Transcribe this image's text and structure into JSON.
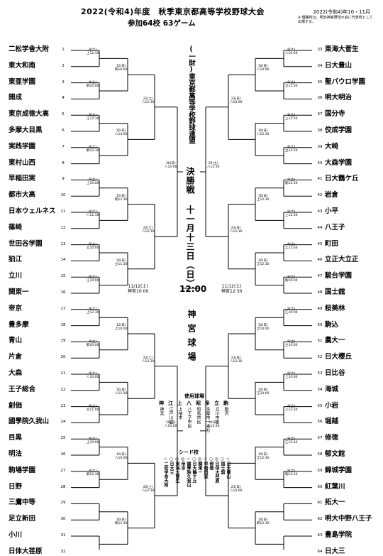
{
  "header": {
    "title": "2022(令和4)年度　秋季東京都高等学校野球大会",
    "subtitle": "参加64校  63ゲーム",
    "date_range": "2022(令和4)年10・11月",
    "note": "※ 優勝校は、明治神宮野球大会に代表校として出場する。"
  },
  "center": {
    "organizer": "(一財)東京都高等学校野球連盟",
    "final_label": "決勝戦 十一月十三日（日）",
    "final_time": "12:00",
    "venue": "神宮球場",
    "semi_left": "11/12(土)\n神宮10:00",
    "semi_right": "11/12(土)\n神宮12:30",
    "venues_title": "使用球場",
    "seeds_title": "シード校"
  },
  "left_teams": [
    {
      "no": "1",
      "name": "二松学舎大附"
    },
    {
      "no": "2",
      "name": "東大和南"
    },
    {
      "no": "3",
      "name": "東亜学園"
    },
    {
      "no": "4",
      "name": "開成"
    },
    {
      "no": "5",
      "name": "東京成徳大高"
    },
    {
      "no": "6",
      "name": "多摩大目黒"
    },
    {
      "no": "7",
      "name": "実践学園"
    },
    {
      "no": "8",
      "name": "東村山西"
    },
    {
      "no": "9",
      "name": "早稲田実"
    },
    {
      "no": "10",
      "name": "都市大高"
    },
    {
      "no": "11",
      "name": "日本ウェルネス"
    },
    {
      "no": "12",
      "name": "篠崎"
    },
    {
      "no": "13",
      "name": "世田谷学園"
    },
    {
      "no": "14",
      "name": "狛江"
    },
    {
      "no": "15",
      "name": "立川"
    },
    {
      "no": "16",
      "name": "関東一"
    },
    {
      "no": "17",
      "name": "帝京"
    },
    {
      "no": "18",
      "name": "豊多摩"
    },
    {
      "no": "19",
      "name": "青山"
    },
    {
      "no": "20",
      "name": "片倉"
    },
    {
      "no": "21",
      "name": "大森"
    },
    {
      "no": "22",
      "name": "王子総合"
    },
    {
      "no": "23",
      "name": "創価"
    },
    {
      "no": "24",
      "name": "國學院久我山"
    },
    {
      "no": "25",
      "name": "目黒"
    },
    {
      "no": "26",
      "name": "明法"
    },
    {
      "no": "27",
      "name": "駒場学園"
    },
    {
      "no": "28",
      "name": "日野"
    },
    {
      "no": "29",
      "name": "三鷹中等"
    },
    {
      "no": "30",
      "name": "足立新田"
    },
    {
      "no": "31",
      "name": "小川"
    },
    {
      "no": "32",
      "name": "日体大荏原"
    }
  ],
  "right_teams": [
    {
      "no": "33",
      "name": "東海大菅生"
    },
    {
      "no": "34",
      "name": "日大豊山"
    },
    {
      "no": "35",
      "name": "聖パウロ学園"
    },
    {
      "no": "36",
      "name": "明大明治"
    },
    {
      "no": "37",
      "name": "国分寺"
    },
    {
      "no": "38",
      "name": "佼成学園"
    },
    {
      "no": "39",
      "name": "大崎"
    },
    {
      "no": "40",
      "name": "大森学園"
    },
    {
      "no": "41",
      "name": "日大鶴ケ丘"
    },
    {
      "no": "42",
      "name": "岩倉"
    },
    {
      "no": "43",
      "name": "小平"
    },
    {
      "no": "44",
      "name": "八王子"
    },
    {
      "no": "45",
      "name": "町田"
    },
    {
      "no": "46",
      "name": "立正大立正"
    },
    {
      "no": "47",
      "name": "駿台学園"
    },
    {
      "no": "48",
      "name": "国士舘"
    },
    {
      "no": "49",
      "name": "桜美林"
    },
    {
      "no": "50",
      "name": "駒込"
    },
    {
      "no": "51",
      "name": "農大一"
    },
    {
      "no": "52",
      "name": "日大櫻丘"
    },
    {
      "no": "53",
      "name": "日比谷"
    },
    {
      "no": "54",
      "name": "海城"
    },
    {
      "no": "55",
      "name": "小岩"
    },
    {
      "no": "56",
      "name": "堀越"
    },
    {
      "no": "57",
      "name": "修徳"
    },
    {
      "no": "58",
      "name": "郁文館"
    },
    {
      "no": "59",
      "name": "錦城学園"
    },
    {
      "no": "60",
      "name": "紅葉川"
    },
    {
      "no": "61",
      "name": "拓大一"
    },
    {
      "no": "62",
      "name": "明大中野八王子"
    },
    {
      "no": "63",
      "name": "豊島学院"
    },
    {
      "no": "64",
      "name": "日大三"
    }
  ],
  "left_r1": [
    "8(土)\n上12:30",
    "8(土)\n駒10:00",
    "8(土)\n江12:30",
    "8(土)\n駒12:30",
    "8(土)\n上10:00",
    "8(土)\n八12:30",
    "8(土)\n立10:00",
    "8(土)\n江10:00",
    "8(土)\n上12:30",
    "8(土)\n駒10:00",
    "8(土)\n八10:00",
    "8(土)\n立11:00",
    "8(土)\n上10:00",
    "8(土)\n駒12:30"
  ],
  "left_r2": [
    "10(日)\n駒10:00",
    "10(日)\n八14:00",
    "10(日)\n駒12:30",
    "10(日)\n立11:30",
    "10(日)\n上10:00",
    "10(日)\n八12:30",
    "10(日)\n八10:00",
    "10(日)\n駒12:30"
  ],
  "left_r3": [
    "22(土)\n八12:30",
    "22(土)\n八12:30",
    "22(土)\n八12:30",
    "22(土)\n八12:30"
  ],
  "left_r4": [
    "30(日)\n八10:00",
    "30(日)\n八10:00"
  ],
  "right_r1": [
    "8(土)\n八10:00",
    "8(土)\n立11:30",
    "8(土)\n上12:30",
    "8(土)\n立12:30",
    "8(土)\n駒12:30",
    "8(土)\n上12:30",
    "8(土)\n江12:30",
    "8(土)\n駒10:00",
    "8(土)\n江10:00",
    "8(土)\n立10:00",
    "8(土)\n上10:00",
    "8(土)\n八12:30",
    "8(土)\n江12:30",
    "8(土)\n駒12:30"
  ],
  "right_r2": [
    "10(日)\n八10:00",
    "10(日)\n八12:30",
    "10(日)\n上12:30",
    "10(日)\n江12:30",
    "10(日)\n立10:00",
    "10(日)\n江10:00",
    "10(日)\n江12:30",
    "10(日)\n駒12:30"
  ],
  "right_r3": [
    "23(日)\n八10:00",
    "23(日)\n八12:30",
    "23(日)\n八12:30",
    "23(日)\n八10:00"
  ],
  "right_r4": [
    "29(土)\n八12:30",
    "30(日)\n八12:30"
  ],
  "venues": [
    {
      "abbr": "神",
      "name": "神宮"
    },
    {
      "abbr": "江",
      "name": "江戸川区"
    },
    {
      "abbr": "上",
      "name": "上柚木"
    },
    {
      "abbr": "八",
      "name": "八王子市民"
    },
    {
      "abbr": "昭",
      "name": "昭島市民"
    },
    {
      "abbr": "多",
      "name": "多摩市一本杉"
    },
    {
      "abbr": "立",
      "name": "立川市営"
    },
    {
      "abbr": "駒",
      "name": "駒沢"
    }
  ],
  "seeds": [
    "☆二松学舎大附",
    "○日大三",
    "◎東海大菅生",
    "◎帝京",
    "☆國學院久我山",
    "○日大鶴ケ丘",
    "◎関東一",
    "☆早稲田実",
    "○修徳",
    "◎日体大荏原",
    "○国士舘",
    "☆日大豊山"
  ]
}
